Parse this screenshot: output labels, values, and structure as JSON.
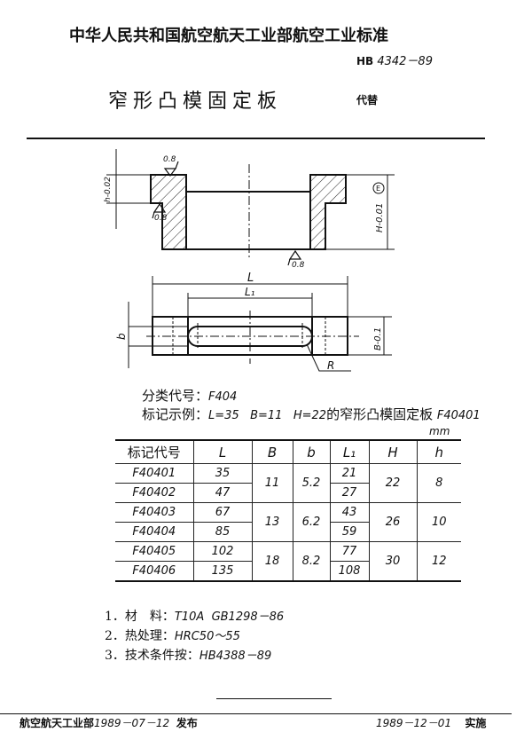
{
  "header": {
    "organization": "中华人民共和国航空航天工业部航空工业标准",
    "standard_prefix": "HB",
    "standard_number": "4342－89",
    "title": "窄形凸模固定板",
    "replaces_label": "代替"
  },
  "drawing": {
    "section_view": {
      "roughness_top": "0.8",
      "roughness_step": "0.8",
      "roughness_bottom": "0.8",
      "dim_h": "h-0.02",
      "dim_h_tol_upper": "0",
      "dim_h_tol_lower": "-0.02",
      "dim_H": "H-0.01",
      "dim_H_tol_upper": "0",
      "dim_H_tol_lower": "-0.01",
      "datum": "E"
    },
    "plan_view": {
      "dim_L": "L",
      "dim_L1": "L₁",
      "dim_b": "b",
      "dim_B": "B-0.1",
      "dim_B_tol_upper": "0",
      "dim_B_tol_lower": "-0.1",
      "radius": "R"
    }
  },
  "info": {
    "classification_label": "分类代号：",
    "classification_value": "F404",
    "example_label": "标记示例：",
    "example_value": "L=35   B=11   H=22",
    "example_suffix": "的窄形凸模固定板",
    "example_code": "F40401",
    "unit": "mm"
  },
  "table": {
    "headers": [
      "标记代号",
      "L",
      "B",
      "b",
      "L₁",
      "H",
      "h"
    ],
    "rows": [
      {
        "code": "F40401",
        "L": "35",
        "B": "11",
        "b": "5.2",
        "L1": "21",
        "H": "22",
        "h": "8"
      },
      {
        "code": "F40402",
        "L": "47",
        "B": "11",
        "b": "5.2",
        "L1": "27",
        "H": "22",
        "h": "8"
      },
      {
        "code": "F40403",
        "L": "67",
        "B": "13",
        "b": "6.2",
        "L1": "43",
        "H": "26",
        "h": "10"
      },
      {
        "code": "F40404",
        "L": "85",
        "B": "13",
        "b": "6.2",
        "L1": "59",
        "H": "26",
        "h": "10"
      },
      {
        "code": "F40405",
        "L": "102",
        "B": "18",
        "b": "8.2",
        "L1": "77",
        "H": "30",
        "h": "12"
      },
      {
        "code": "F40406",
        "L": "135",
        "B": "18",
        "b": "8.2",
        "L1": "108",
        "H": "30",
        "h": "12"
      }
    ]
  },
  "notes": [
    {
      "label": "1．材　料：",
      "value": "T10A  GB1298－86"
    },
    {
      "label": "2．热处理：",
      "value": "HRC50～55"
    },
    {
      "label": "3．技术条件按：",
      "value": "HB4388－89"
    }
  ],
  "footer": {
    "issuer": "航空航天工业部",
    "issue_date": "1989－07－12",
    "issue_label": "发布",
    "effective_date": "1989－12－01",
    "effective_label": "实施"
  }
}
